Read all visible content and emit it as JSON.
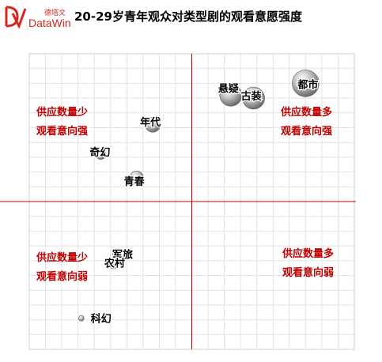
{
  "logo": {
    "cn": "德塔文",
    "en": "DataWin",
    "color": "#d6281e"
  },
  "title": "20-29岁青年观众对类型剧的观看意愿强度",
  "chart_data": {
    "type": "scatter",
    "title": "20-29岁青年观众对类型剧的观看意愿强度",
    "xlim": [
      0,
      10
    ],
    "ylim": [
      0,
      10
    ],
    "x_split": 5.0,
    "y_split": 5.0,
    "grid": true,
    "divider_color": "#c00000",
    "quadrant_labels": [
      {
        "position": "top-left",
        "lines": [
          "供应数量少",
          "观看意向强"
        ]
      },
      {
        "position": "top-right",
        "lines": [
          "供应数量多",
          "观看意向强"
        ]
      },
      {
        "position": "bottom-left",
        "lines": [
          "供应数量少",
          "观看意向弱"
        ]
      },
      {
        "position": "bottom-right",
        "lines": [
          "供应数量多",
          "观看意向弱"
        ]
      }
    ],
    "points": [
      {
        "label": "都市",
        "x": 8.5,
        "y": 9.0,
        "size": 1.0
      },
      {
        "label": "悬疑",
        "x": 6.2,
        "y": 8.6,
        "size": 0.8
      },
      {
        "label": "古装",
        "x": 6.9,
        "y": 8.5,
        "size": 0.8
      },
      {
        "label": "年代",
        "x": 3.8,
        "y": 7.6,
        "size": 0.5
      },
      {
        "label": "奇幻",
        "x": 2.2,
        "y": 6.6,
        "size": 0.3
      },
      {
        "label": "青春",
        "x": 3.3,
        "y": 5.8,
        "size": 0.45
      },
      {
        "label": "军旅",
        "x": 2.7,
        "y": 3.2,
        "size": 0.25
      },
      {
        "label": "农村",
        "x": 2.6,
        "y": 2.9,
        "size": 0.3
      },
      {
        "label": "科幻",
        "x": 1.6,
        "y": 1.05,
        "size": 0.1
      }
    ]
  }
}
